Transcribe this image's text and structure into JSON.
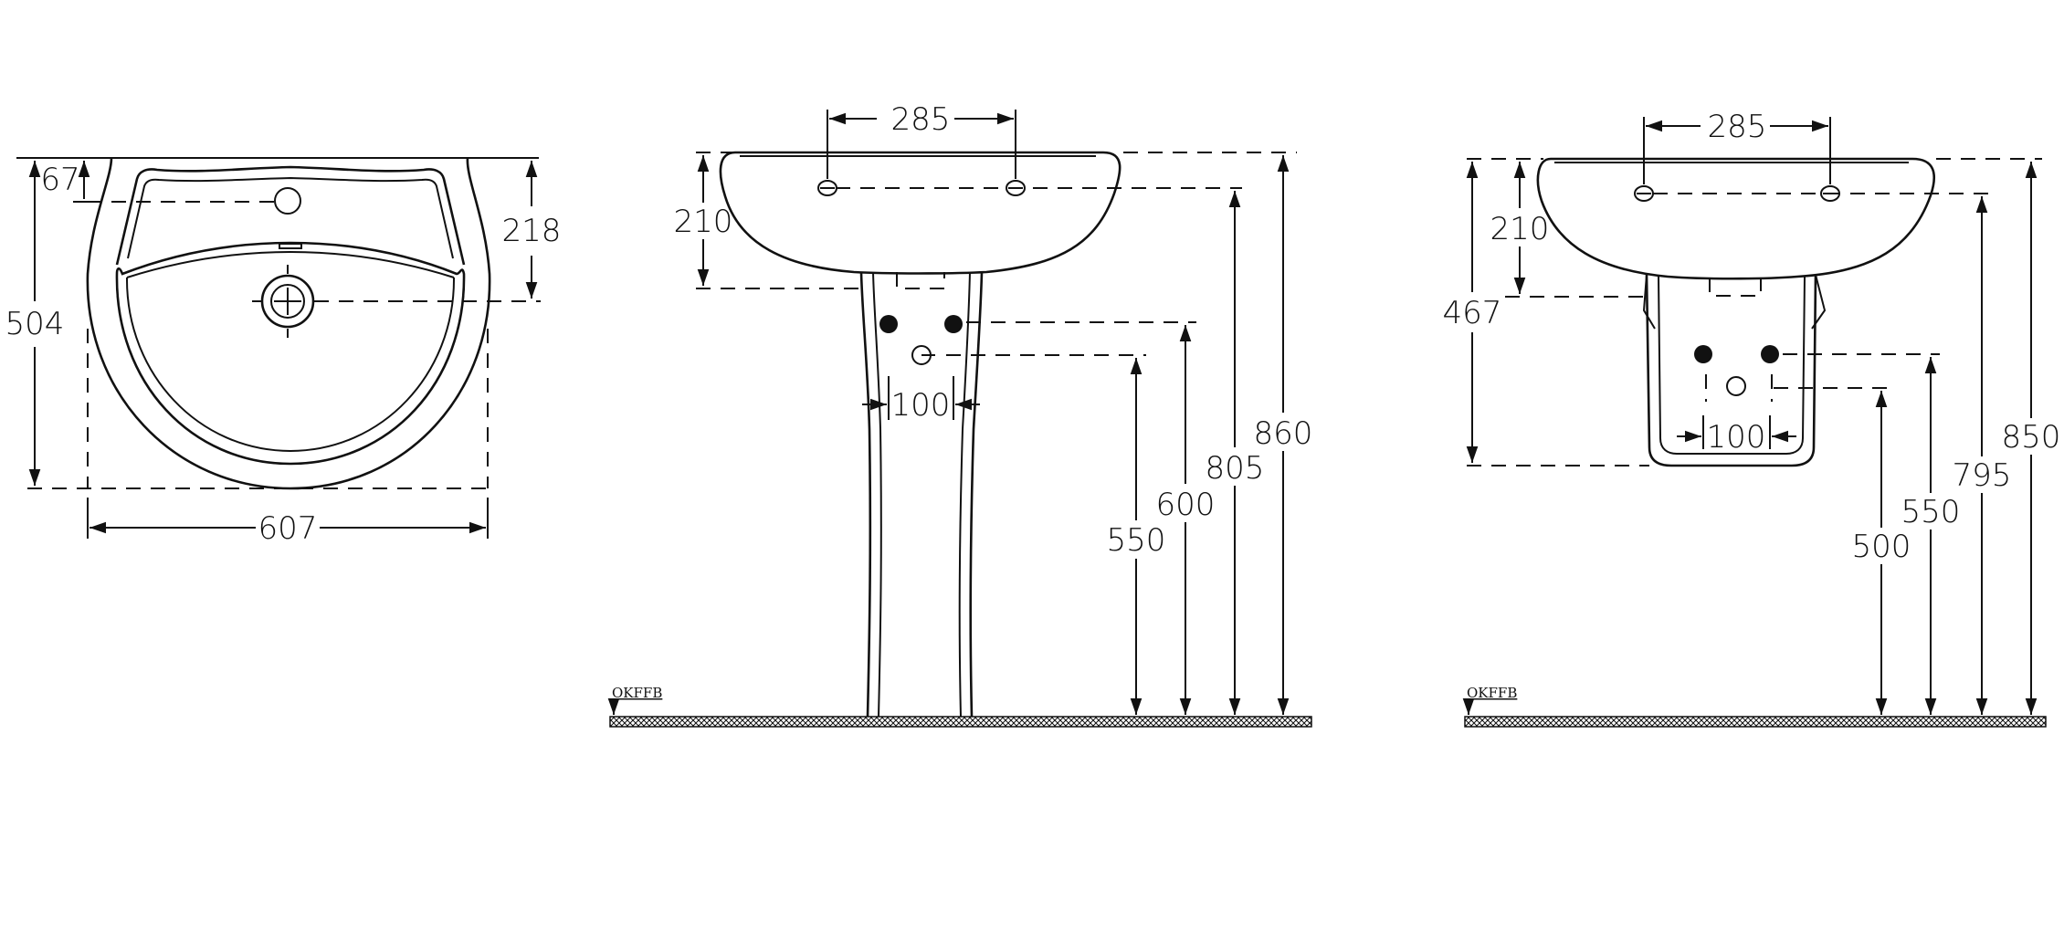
{
  "top_view": {
    "width": "607",
    "depth": "504",
    "tap_hole_offset": "67",
    "waste_offset": "218"
  },
  "pedestal_view": {
    "tap_spacing": "285",
    "basin_height": "210",
    "supply_spacing": "100",
    "waste_height": "550",
    "supply_height": "600",
    "tap_height": "805",
    "rim_height": "860",
    "floor_label": "OKFFB"
  },
  "wall_view": {
    "tap_spacing": "285",
    "basin_height": "210",
    "shroud_height": "467",
    "supply_spacing": "100",
    "waste_height": "500",
    "supply_height": "550",
    "tap_height": "795",
    "rim_height": "850",
    "floor_label": "OKFFB"
  }
}
